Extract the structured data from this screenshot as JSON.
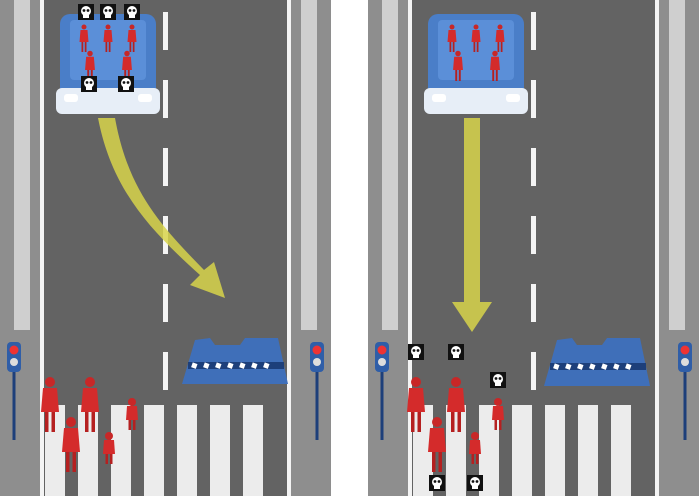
{
  "scenarios": [
    {
      "id": "left",
      "outcome": "swerve",
      "passenger_deaths": 5,
      "pedestrian_deaths": 0
    },
    {
      "id": "right",
      "outcome": "continue",
      "passenger_deaths": 0,
      "pedestrian_deaths": 5
    }
  ],
  "icons": {
    "death": "skull-icon",
    "car": "car-icon",
    "barrier": "barrier-icon",
    "traffic_light": "pedestrian-signal-icon"
  },
  "colors": {
    "road": "#626262",
    "sidewalk": "#8a8a8a",
    "lane": "#ffffff",
    "car": "#4a7ec8",
    "barrier": "#3f6fb9",
    "person": "#d42b2b",
    "arrow": "#d7d44a"
  }
}
